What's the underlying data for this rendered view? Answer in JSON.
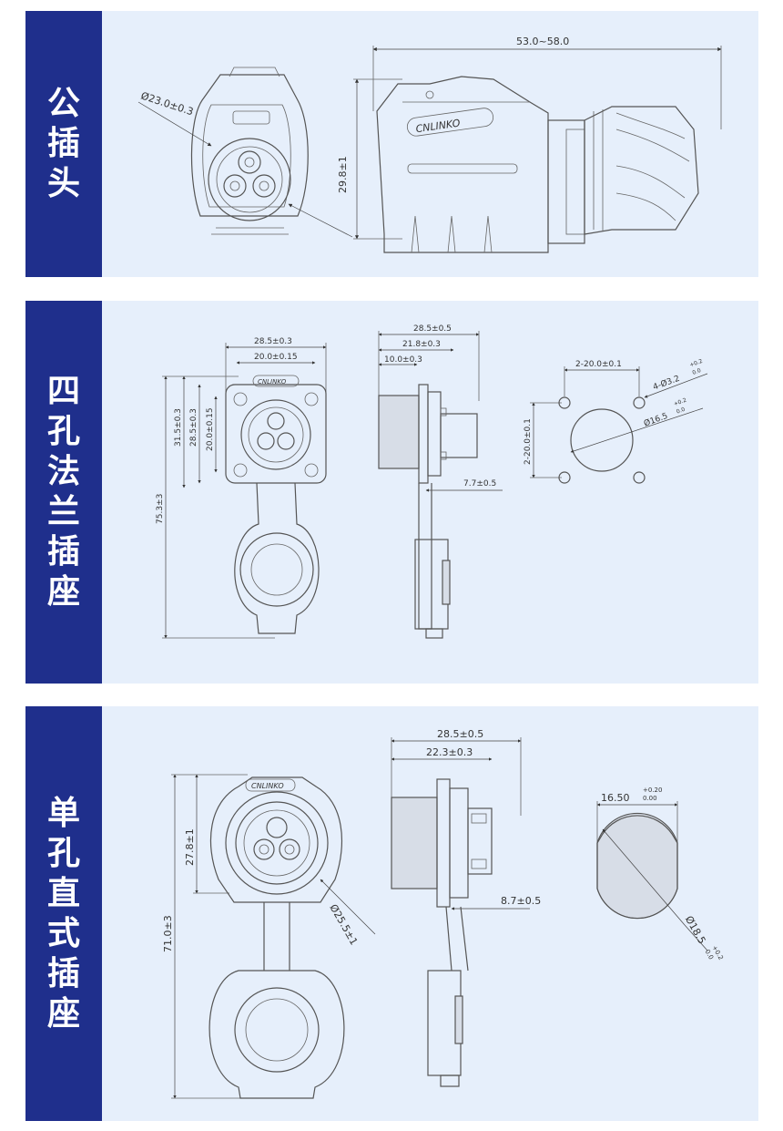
{
  "panels": [
    {
      "title": "公插头",
      "dims": {
        "front_dia": "Ø23.0±0.3",
        "side_height": "29.8±1",
        "side_length": "53.0~58.0",
        "brand": "CNLINKO"
      }
    },
    {
      "title": "四孔法兰插座",
      "dims": {
        "front_w_outer": "28.5±0.3",
        "front_w_inner": "20.0±0.15",
        "front_h_a": "31.5±0.3",
        "front_h_b": "28.5±0.3",
        "front_h_c": "20.0±0.15",
        "total_h": "75.3±3",
        "side_a": "28.5±0.5",
        "side_b": "21.8±0.3",
        "side_c": "10.0±0.3",
        "side_d": "7.7±0.5",
        "cut_spacing": "2-20.0±0.1",
        "cut_spacing_v": "2-20.0±0.1",
        "cut_hole": "4-Ø3.2",
        "cut_hole_tol_up": "+0.2",
        "cut_hole_tol_dn": "0.0",
        "cut_dia": "Ø16.5",
        "cut_dia_tol_up": "+0.2",
        "cut_dia_tol_dn": "0.0",
        "brand": "CNLINKO"
      }
    },
    {
      "title": "单孔直式插座",
      "dims": {
        "front_h": "27.8±1",
        "total_h": "71.0±3",
        "front_dia": "Ø25.5±1",
        "side_a": "28.5±0.5",
        "side_b": "22.3±0.3",
        "side_c": "8.7±0.5",
        "cut_w": "16.50",
        "cut_w_tol_up": "+0.20",
        "cut_w_tol_dn": "0.00",
        "cut_dia": "Ø18.5",
        "cut_dia_tol_up": "+0.2",
        "cut_dia_tol_dn": "0.0",
        "brand": "CNLINKO"
      }
    }
  ],
  "colors": {
    "label_bg": "#1f2f8c",
    "drawing_bg": "#e6effb"
  }
}
